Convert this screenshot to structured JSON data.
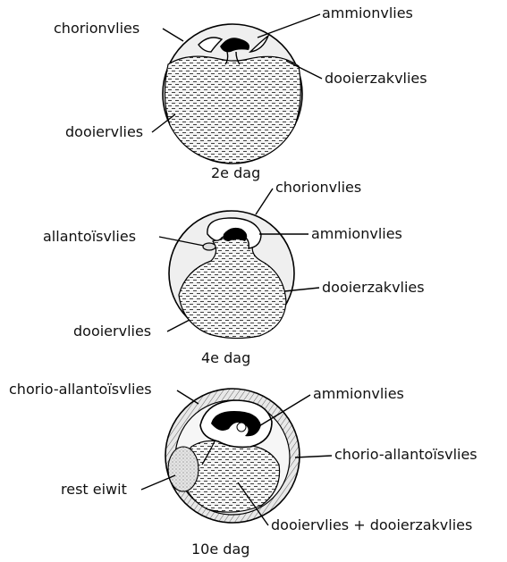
{
  "panels": [
    {
      "caption": "2e dag",
      "labels": {
        "chorion": "chorionvlies",
        "amnion": "ammionvlies",
        "yolk_sac": "dooierzakvlies",
        "yolk": "dooiervlies"
      }
    },
    {
      "caption": "4e dag",
      "labels": {
        "chorion": "chorionvlies",
        "allantois": "allantoïsvlies",
        "amnion": "ammionvlies",
        "yolk_sac": "dooierzakvlies",
        "yolk": "dooiervlies"
      }
    },
    {
      "caption": "10e dag",
      "labels": {
        "chorio_allantois_left": "chorio-allantoïsvlies",
        "amnion": "ammionvlies",
        "chorio_allantois_right": "chorio-allantoïsvlies",
        "rest_albumen": "rest eiwit",
        "yolk_combined": "dooiervlies + dooierzakvlies"
      }
    }
  ]
}
